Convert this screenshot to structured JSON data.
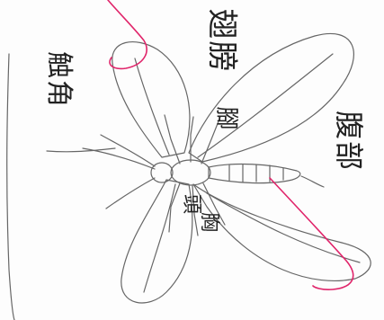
{
  "diagram": {
    "labels": {
      "antenna": "触角",
      "wing": "翅膀",
      "leg": "腳",
      "abdomen": "腹部",
      "head": "頭",
      "thorax": "胸"
    },
    "colors": {
      "ink": "#555555",
      "highlight": "#e0246a"
    }
  }
}
